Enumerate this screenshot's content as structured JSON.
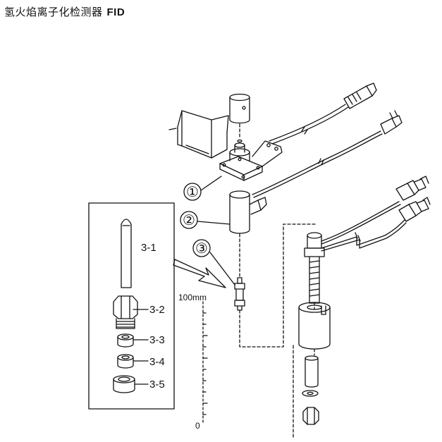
{
  "title": {
    "text": "氢火焰离子化检测器",
    "suffix": "FID"
  },
  "callouts": [
    {
      "id": "1",
      "symbol": "①"
    },
    {
      "id": "2",
      "symbol": "②"
    },
    {
      "id": "3",
      "symbol": "③"
    }
  ],
  "inset_labels": [
    "3-1",
    "3-2",
    "3-3",
    "3-4",
    "3-5"
  ],
  "ruler": {
    "top_label": "100mm",
    "bottom_label": "0"
  },
  "colors": {
    "line": "#111111",
    "background": "#ffffff"
  }
}
